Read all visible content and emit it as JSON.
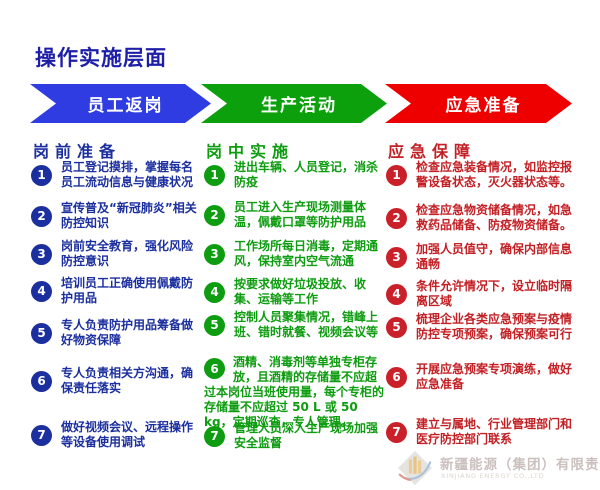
{
  "page": {
    "title": "操作实施层面"
  },
  "accent_colors": {
    "title_blue": "#1E1EA8",
    "arrow_blue": "#2E3CE2",
    "arrow_green": "#0CA10C",
    "arrow_red": "#EE0000",
    "column_blue": "#1C2F9F",
    "column_green": "#0E9C10",
    "column_red": "#C32025"
  },
  "arrows": [
    {
      "label": "员工返岗",
      "color": "#2E3CE2"
    },
    {
      "label": "生产活动",
      "color": "#0CA10C"
    },
    {
      "label": "应急准备",
      "color": "#EE0000"
    }
  ],
  "columns": [
    {
      "header": "岗前准备",
      "color": "#1C2F9F",
      "items": [
        {
          "num": "1",
          "text": "员工登记摸排，掌握每名员工流动信息与健康状况"
        },
        {
          "num": "2",
          "text": "宣传普及“新冠肺炎”相关防控知识"
        },
        {
          "num": "3",
          "text": "岗前安全教育，强化风险防控意识"
        },
        {
          "num": "4",
          "text": "培训员工正确使用佩戴防护用品"
        },
        {
          "num": "5",
          "text": "专人负责防护用品筹备做好物资保障"
        },
        {
          "num": "6",
          "text": "专人负责相关方沟通，确保责任落实"
        },
        {
          "num": "7",
          "text": "做好视频会议、远程操作等设备使用调试"
        }
      ]
    },
    {
      "header": "岗中实施",
      "color": "#0E9C10",
      "items": [
        {
          "num": "1",
          "text": "进出车辆、人员登记，消杀防疫"
        },
        {
          "num": "2",
          "text": "员工进入生产现场测量体温，佩戴口罩等防护用品"
        },
        {
          "num": "3",
          "text": "工作场所每日消毒，定期通风，保持室内空气流通"
        },
        {
          "num": "4",
          "text": "按要求做好垃圾投放、收集、运输等工作"
        },
        {
          "num": "5",
          "text": "控制人员聚集情况，错峰上班、错时就餐、视频会议等"
        },
        {
          "num": "6",
          "text": "酒精、消毒剂等单独专柜存放，且酒精的存储量不应超过本岗位当班使用量，每个专柜的存储量不应超过 50 L 或 50 kg，定期巡查，专人管理。"
        },
        {
          "num": "7",
          "text": "管理人员深入生产现场加强安全监督"
        }
      ]
    },
    {
      "header": "应急保障",
      "color": "#C32025",
      "items": [
        {
          "num": "1",
          "text": "检查应急装备情况，如监控报警设备状态，灭火器状态等。"
        },
        {
          "num": "2",
          "text": "检查应急物资储备情况，如急救药品储备、防疫物资储备。"
        },
        {
          "num": "3",
          "text": "加强人员值守，确保内部信息通畅"
        },
        {
          "num": "4",
          "text": "条件允许情况下，设立临时隔离区域"
        },
        {
          "num": "5",
          "text": "梳理企业各类应急预案与疫情防控专项预案，确保预案可行"
        },
        {
          "num": "6",
          "text": "开展应急预案专项演练，做好应急准备"
        },
        {
          "num": "7",
          "text": "建立与属地、行业管理部门和医疗防控部门联系"
        }
      ]
    }
  ],
  "footer": {
    "logo_icon": "xinjiang-energy-logo",
    "company": "新疆能源（集团）有限责任公司",
    "company_en": "XINJIANG ENERGY CO.,LTD"
  }
}
